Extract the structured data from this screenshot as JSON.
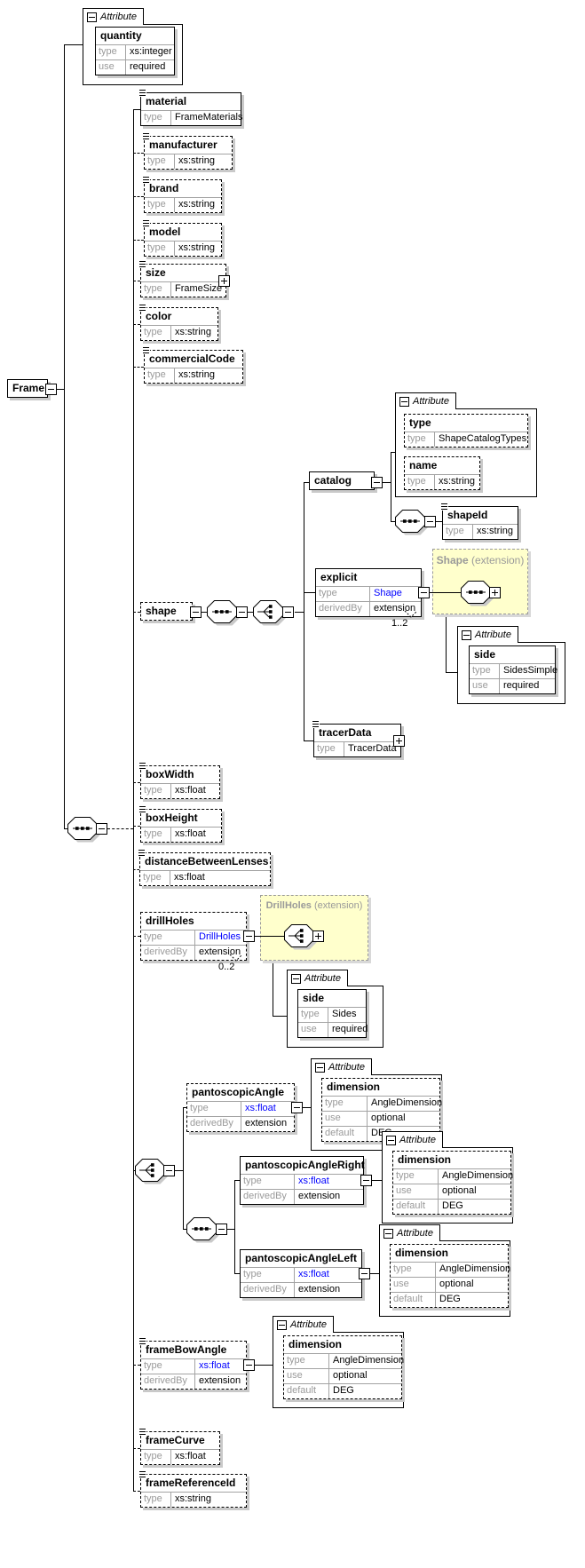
{
  "labels": {
    "type": "type",
    "use": "use",
    "derived_by": "derivedBy",
    "default": "default",
    "attribute": "Attribute"
  },
  "occurs": {
    "explicit": "1..2",
    "drill_holes": "0..2"
  },
  "extensions": {
    "shape": {
      "title": "Shape",
      "suffix": "(extension)"
    },
    "drill_holes": {
      "title": "DrillHoles",
      "suffix": "(extension)"
    }
  },
  "colors": {
    "link": "#0000ff",
    "extension_fill": "#ffffcc",
    "shadow": "#c9c9c9",
    "label_gray": "#9a9a9a"
  },
  "nodes": {
    "frame": {
      "name": "Frame"
    },
    "quantity": {
      "name": "quantity",
      "type": "xs:integer",
      "use": "required"
    },
    "material": {
      "name": "material",
      "type": "FrameMaterials"
    },
    "manufacturer": {
      "name": "manufacturer",
      "type": "xs:string"
    },
    "brand": {
      "name": "brand",
      "type": "xs:string"
    },
    "model": {
      "name": "model",
      "type": "xs:string"
    },
    "size": {
      "name": "size",
      "type": "FrameSize"
    },
    "color": {
      "name": "color",
      "type": "xs:string"
    },
    "commercial_code": {
      "name": "commercialCode",
      "type": "xs:string"
    },
    "shape": {
      "name": "shape"
    },
    "catalog": {
      "name": "catalog"
    },
    "catalog_type": {
      "name": "type",
      "type": "ShapeCatalogTypes"
    },
    "catalog_name": {
      "name": "name",
      "type": "xs:string"
    },
    "shape_id": {
      "name": "shapeId",
      "type": "xs:string"
    },
    "explicit": {
      "name": "explicit",
      "type": "Shape",
      "derived_by": "extension"
    },
    "side_simple": {
      "name": "side",
      "type": "SidesSimple",
      "use": "required"
    },
    "tracer_data": {
      "name": "tracerData",
      "type": "TracerData"
    },
    "box_width": {
      "name": "boxWidth",
      "type": "xs:float"
    },
    "box_height": {
      "name": "boxHeight",
      "type": "xs:float"
    },
    "distance_between_lenses": {
      "name": "distanceBetweenLenses",
      "type": "xs:float"
    },
    "drill_holes": {
      "name": "drillHoles",
      "type": "DrillHoles",
      "derived_by": "extension"
    },
    "side": {
      "name": "side",
      "type": "Sides",
      "use": "required"
    },
    "pantoscopic_angle": {
      "name": "pantoscopicAngle",
      "type": "xs:float",
      "derived_by": "extension"
    },
    "pantoscopic_angle_dim": {
      "name": "dimension",
      "type": "AngleDimension",
      "use": "optional",
      "default": "DEG"
    },
    "pantoscopic_angle_right": {
      "name": "pantoscopicAngleRight",
      "type": "xs:float",
      "derived_by": "extension"
    },
    "pantoscopic_angle_right_dim": {
      "name": "dimension",
      "type": "AngleDimension",
      "use": "optional",
      "default": "DEG"
    },
    "pantoscopic_angle_left": {
      "name": "pantoscopicAngleLeft",
      "type": "xs:float",
      "derived_by": "extension"
    },
    "pantoscopic_angle_left_dim": {
      "name": "dimension",
      "type": "AngleDimension",
      "use": "optional",
      "default": "DEG"
    },
    "frame_bow_angle": {
      "name": "frameBowAngle",
      "type": "xs:float",
      "derived_by": "extension"
    },
    "frame_bow_angle_dim": {
      "name": "dimension",
      "type": "AngleDimension",
      "use": "optional",
      "default": "DEG"
    },
    "frame_curve": {
      "name": "frameCurve",
      "type": "xs:float"
    },
    "frame_reference_id": {
      "name": "frameReferenceId",
      "type": "xs:string"
    }
  }
}
